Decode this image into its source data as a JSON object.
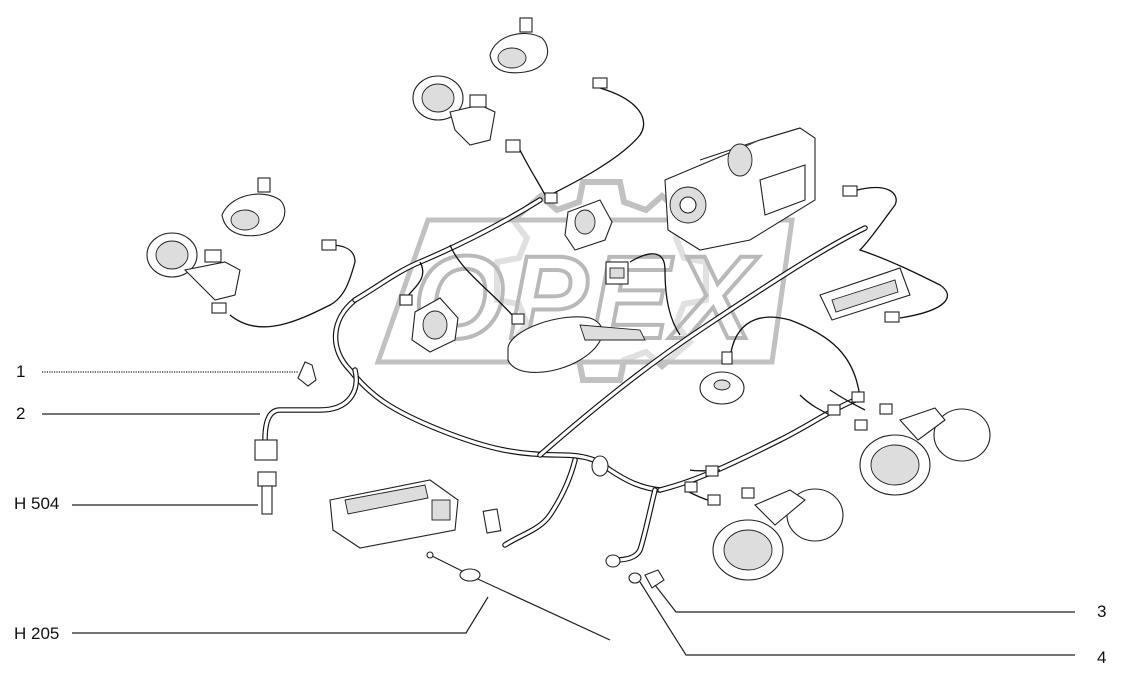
{
  "watermark": {
    "text": "OPEX"
  },
  "callouts": [
    {
      "id": "c1",
      "text": "1"
    },
    {
      "id": "c2",
      "text": "2"
    },
    {
      "id": "c3",
      "text": "3"
    },
    {
      "id": "c4",
      "text": "4"
    },
    {
      "id": "c5",
      "text": "H 504"
    },
    {
      "id": "c6",
      "text": "H 205"
    }
  ]
}
